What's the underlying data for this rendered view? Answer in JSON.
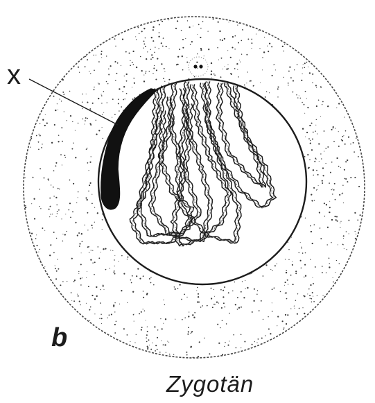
{
  "figure": {
    "label_x": "x",
    "label_b": "b",
    "caption": "Zygotän"
  },
  "colors": {
    "ink": "#1c1c1c",
    "background": "#ffffff",
    "chromatin_dense": "#111111"
  }
}
